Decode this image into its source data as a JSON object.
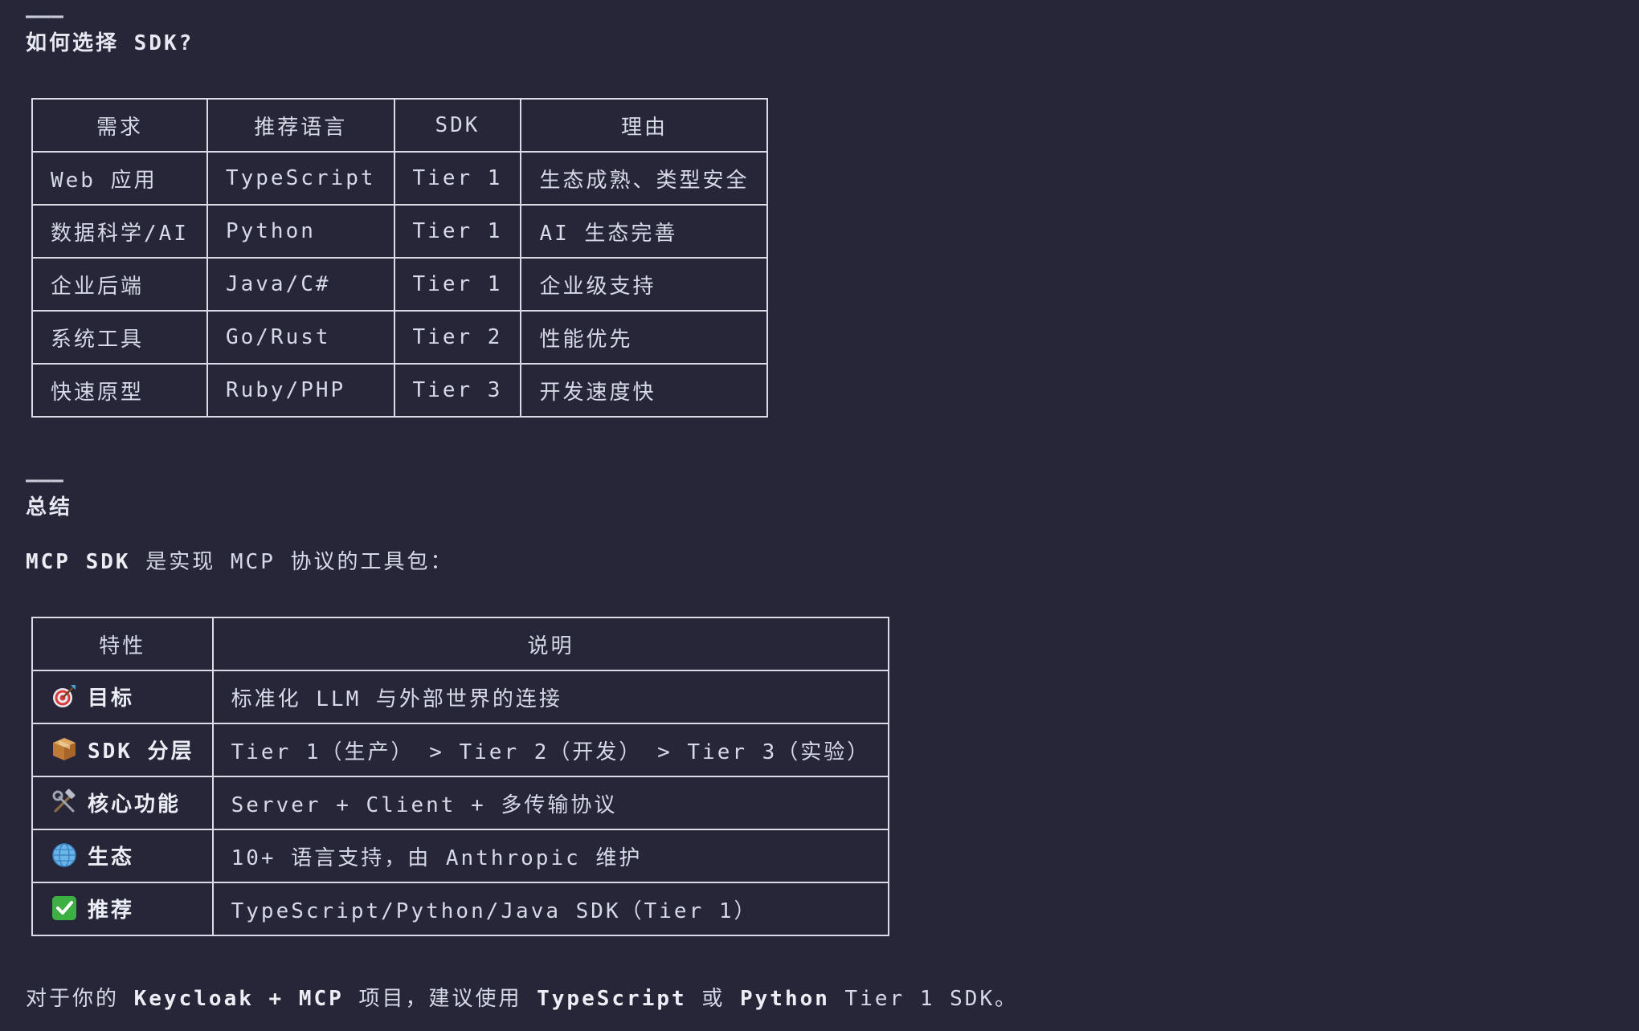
{
  "section1": {
    "rule": "———",
    "heading": "如何选择 SDK?",
    "table": {
      "headers": [
        "需求",
        "推荐语言",
        "SDK",
        "理由"
      ],
      "rows": [
        [
          "Web 应用",
          "TypeScript",
          "Tier 1",
          "生态成熟、类型安全"
        ],
        [
          "数据科学/AI",
          "Python",
          "Tier 1",
          "AI 生态完善"
        ],
        [
          "企业后端",
          "Java/C#",
          "Tier 1",
          "企业级支持"
        ],
        [
          "系统工具",
          "Go/Rust",
          "Tier 2",
          "性能优先"
        ],
        [
          "快速原型",
          "Ruby/PHP",
          "Tier 3",
          "开发速度快"
        ]
      ]
    }
  },
  "section2": {
    "rule": "———",
    "heading": "总结",
    "intro_bold": "MCP SDK",
    "intro_rest": " 是实现 MCP 协议的工具包：",
    "table": {
      "headers": [
        "特性",
        "说明"
      ],
      "rows": [
        {
          "icon": "target-icon",
          "feature": "目标",
          "desc": "标准化 LLM 与外部世界的连接"
        },
        {
          "icon": "package-icon",
          "feature": "SDK 分层",
          "desc": "Tier 1（生产） > Tier 2（开发） > Tier 3（实验）"
        },
        {
          "icon": "tools-icon",
          "feature": "核心功能",
          "desc": "Server + Client + 多传输协议"
        },
        {
          "icon": "globe-icon",
          "feature": "生态",
          "desc": "10+ 语言支持，由 Anthropic 维护"
        },
        {
          "icon": "check-icon",
          "feature": "推荐",
          "desc": "TypeScript/Python/Java SDK（Tier 1）"
        }
      ]
    }
  },
  "closing": {
    "p1": "对于你的 ",
    "b1": "Keycloak + MCP",
    "p2": " 项目，建议使用 ",
    "b2": "TypeScript",
    "p3": " 或 ",
    "b3": "Python",
    "p4": " Tier 1 SDK。"
  },
  "colors": {
    "background": "#262638",
    "text": "#d6d9e6",
    "border": "#d9dbe6"
  }
}
